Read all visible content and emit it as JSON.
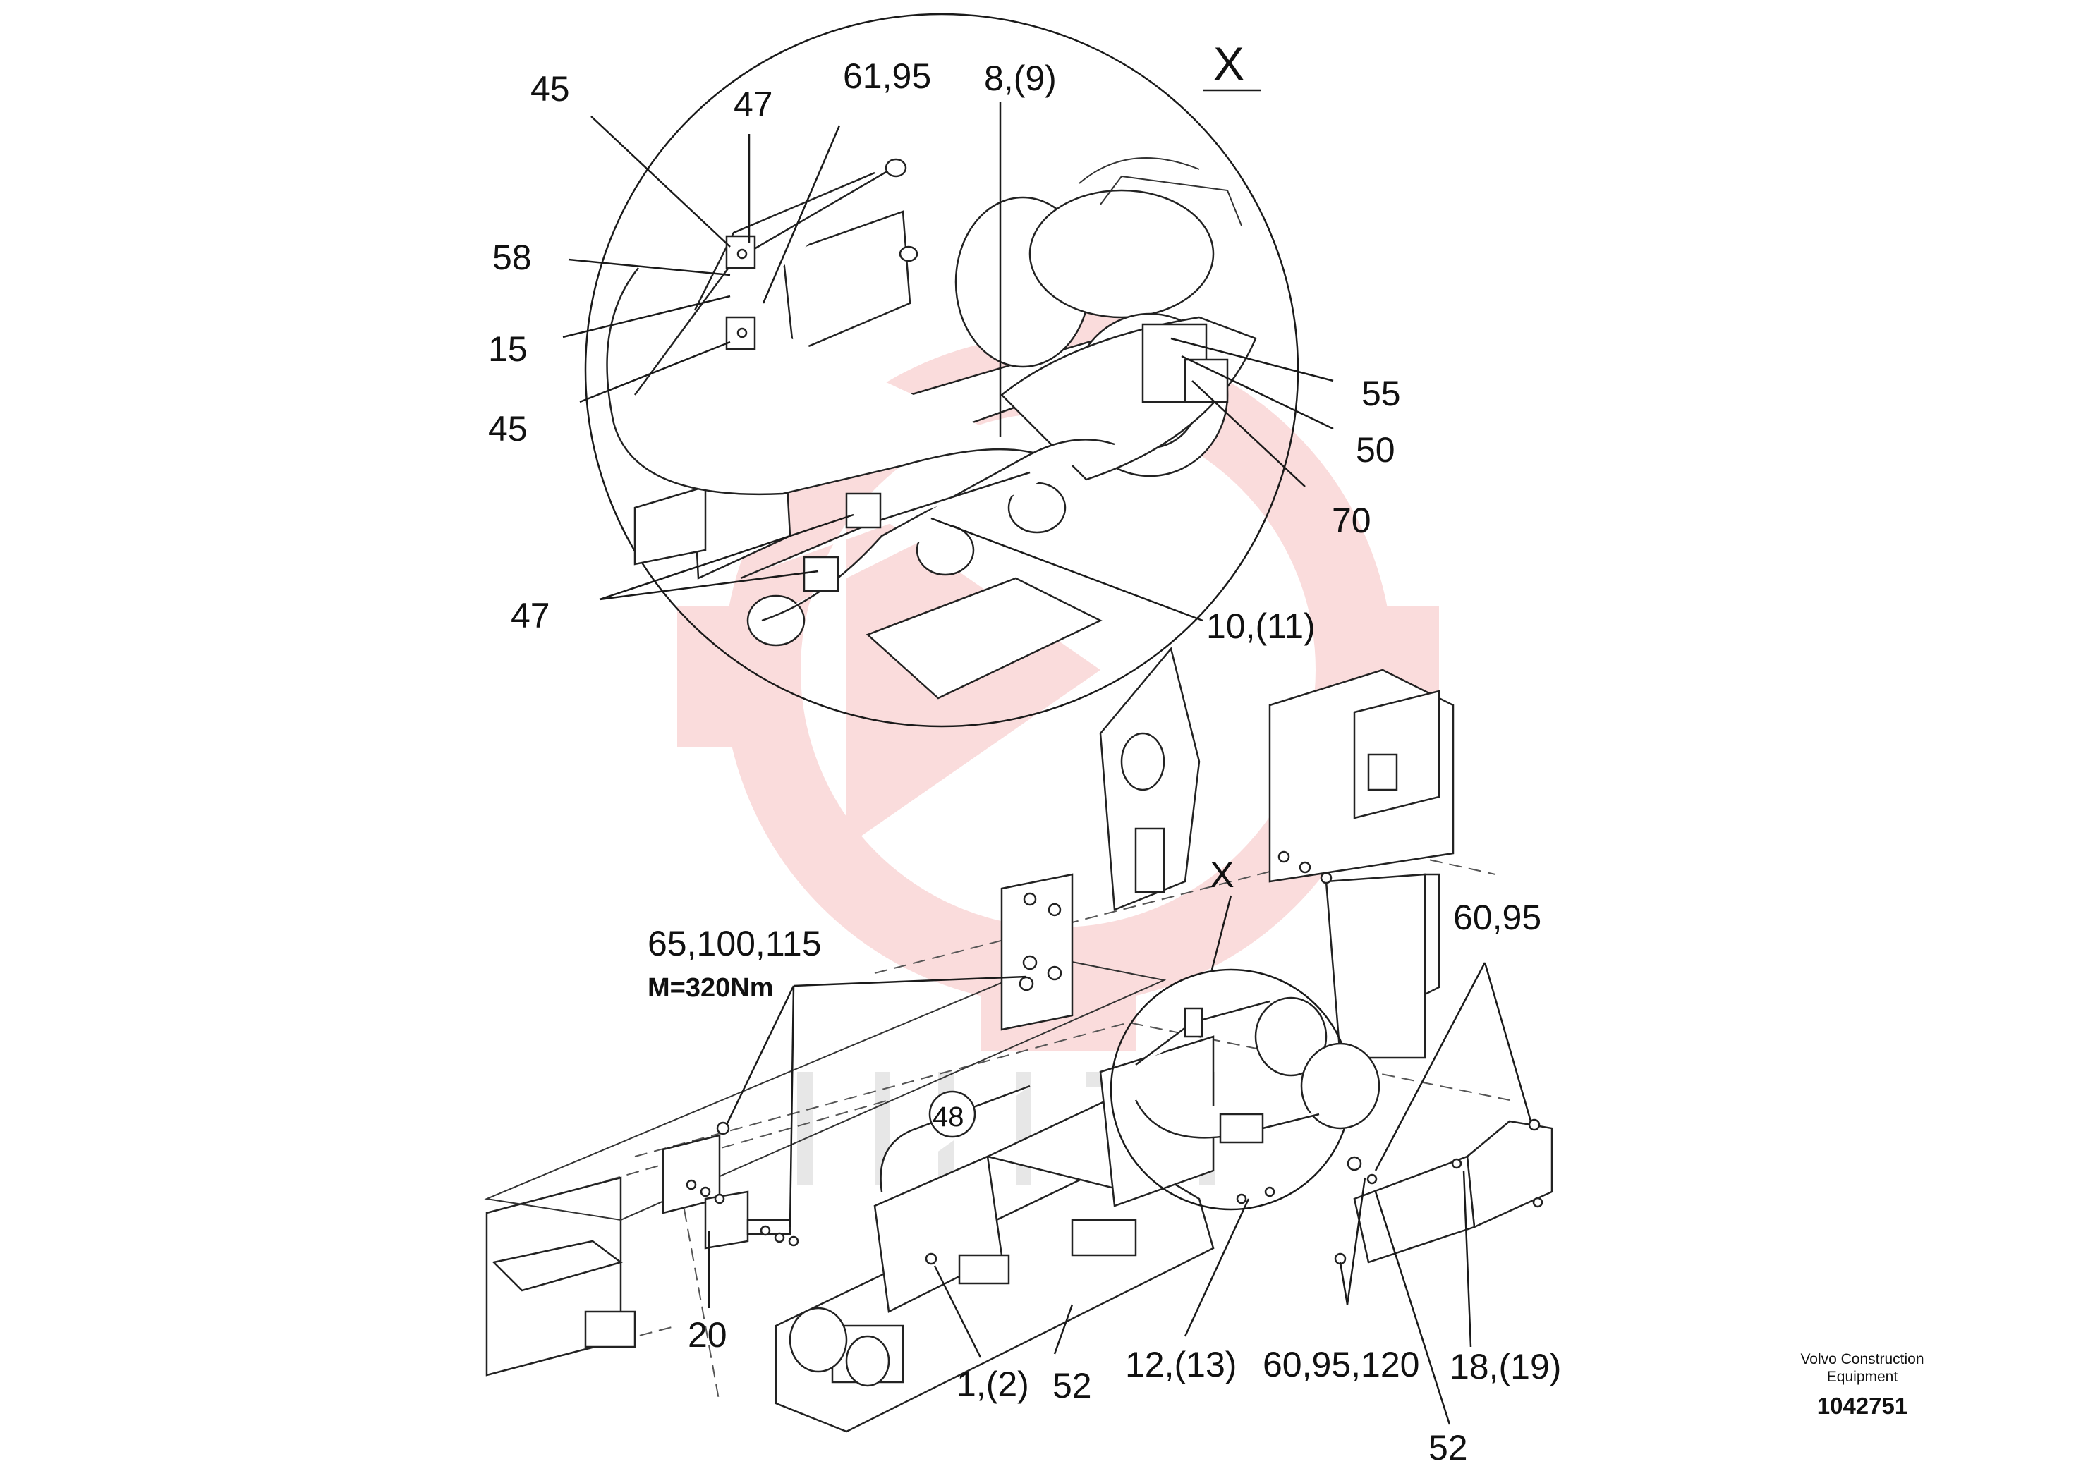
{
  "detail_mark": "X",
  "detail_callouts": {
    "c45_top": "45",
    "c47_top": "47",
    "c61_95": "61,95",
    "c8_9": "8,(9)",
    "c58": "58",
    "c15": "15",
    "c45_bottom": "45",
    "c55": "55",
    "c50": "50",
    "c70": "70",
    "c47_bottom": "47",
    "c10_11": "10,(11)"
  },
  "main_callouts": {
    "c65_100_115": "65,100,115",
    "torque": "M=320Nm",
    "c60_95": "60,95",
    "c20": "20",
    "c48": "48",
    "c1_2": "1,(2)",
    "c52_left": "52",
    "c12_13": "12,(13)",
    "c60_95_120": "60,95,120",
    "c18_19": "18,(19)",
    "c52_bottom": "52"
  },
  "publisher": {
    "name_line1": "Volvo Construction",
    "name_line2": "Equipment",
    "drawing_number": "1042751"
  },
  "colors": {
    "watermark": "#f7c5c5",
    "ink": "#111111"
  }
}
